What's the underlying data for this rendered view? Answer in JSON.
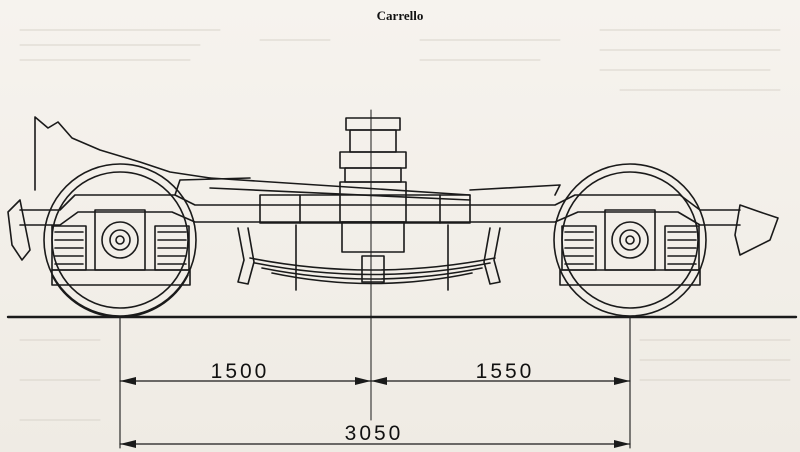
{
  "title": "Carrello",
  "dimensions": {
    "left_wheelbase_half": "1500",
    "right_wheelbase_half": "1550",
    "total_wheelbase": "3050"
  },
  "colors": {
    "ink": "#1a1a1a",
    "paper": "#f3f0ea"
  }
}
